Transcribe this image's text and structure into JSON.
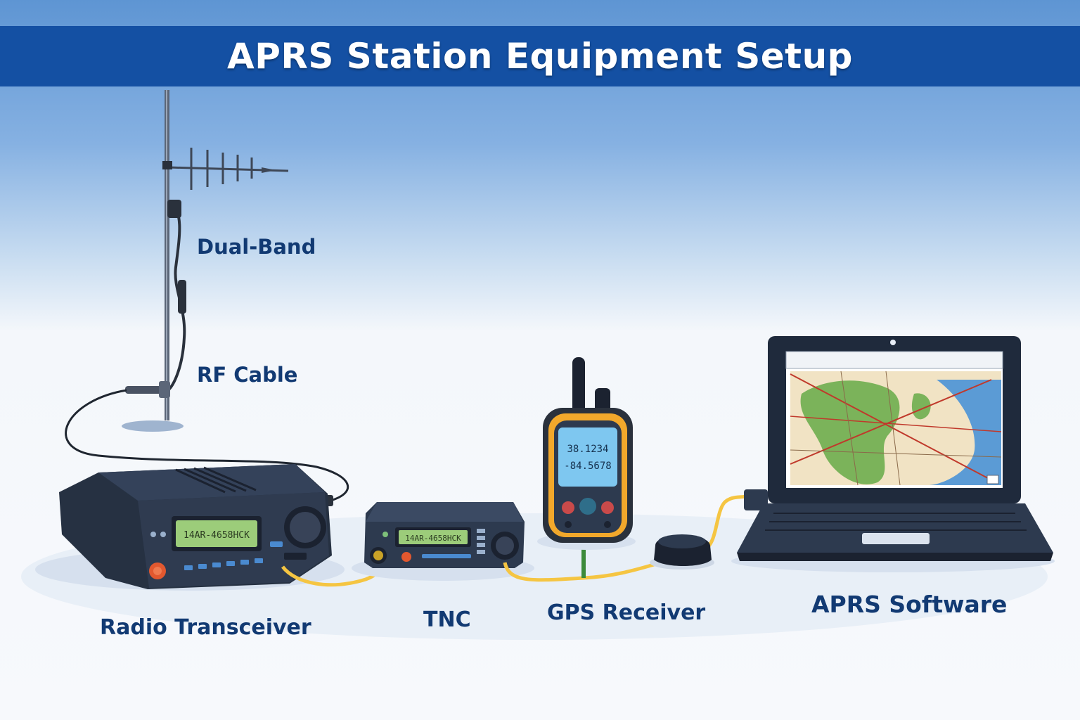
{
  "title": "APRS Station Equipment Setup",
  "labels": {
    "antenna": "Dual-Band",
    "cable": "RF Cable",
    "radio": "Radio Transceiver",
    "tnc": "TNC",
    "gps": "GPS Receiver",
    "software": "APRS Software"
  },
  "radio_display": "14AR-4658HCK",
  "tnc_display": "14AR-4658HCK",
  "gps_display": {
    "line1": "38.1234",
    "line2": "-84.5678"
  },
  "colors": {
    "title_bar": "#1450a3",
    "label_text": "#123a73",
    "device_body": "#2d3a4f",
    "lcd": "#9ccc7a",
    "gps_case": "#f2a82b",
    "gps_screen": "#7ec7f0",
    "data_cable": "#f5c542"
  }
}
